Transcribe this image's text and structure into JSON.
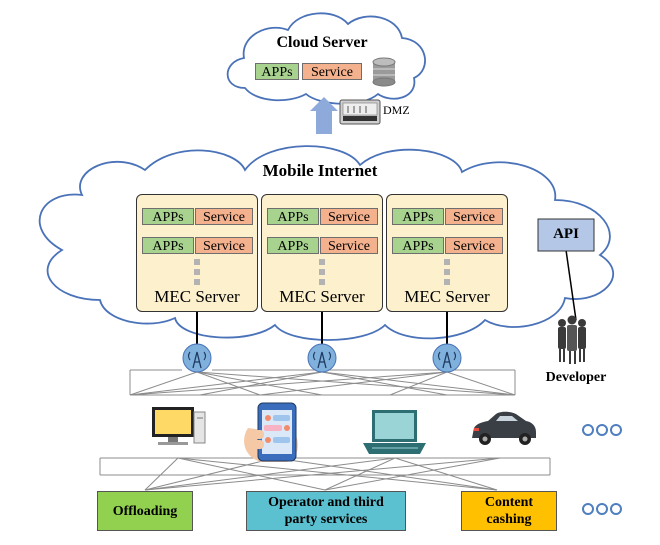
{
  "cloud": {
    "title": "Cloud Server",
    "apps": "APPs",
    "service": "Service"
  },
  "dmz": "DMZ",
  "internet": {
    "title": "Mobile Internet"
  },
  "servers": [
    {
      "name": "MEC Server",
      "rows": [
        {
          "apps": "APPs",
          "service": "Service"
        },
        {
          "apps": "APPs",
          "service": "Service"
        }
      ]
    },
    {
      "name": "MEC Server",
      "rows": [
        {
          "apps": "APPs",
          "service": "Service"
        },
        {
          "apps": "APPs",
          "service": "Service"
        }
      ]
    },
    {
      "name": "MEC Server",
      "rows": [
        {
          "apps": "APPs",
          "service": "Service"
        },
        {
          "apps": "APPs",
          "service": "Service"
        }
      ]
    }
  ],
  "api": "API",
  "developer": "Developer",
  "categories": [
    {
      "label": "Offloading",
      "color": "#92d050"
    },
    {
      "label": "Operator and  third\nparty services",
      "color": "#5bc0d0"
    },
    {
      "label": "Content\ncashing",
      "color": "#ffc000"
    }
  ],
  "colors": {
    "cloud_stroke": "#4a72b8",
    "arrow": "#8eaadb",
    "api_fill": "#b4c7e7",
    "tower": "#7fb1dc"
  }
}
